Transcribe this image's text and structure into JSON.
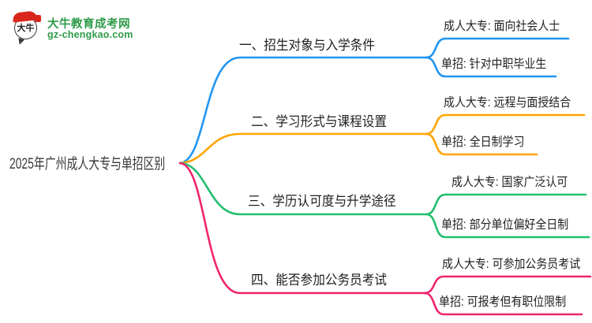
{
  "site": {
    "logo_icon_text": "大牛",
    "name": "大牛教育成考网",
    "domain": "gz-chengkao.com",
    "green": "#2E9B48",
    "red": "#D8261C"
  },
  "mindmap": {
    "root": "2025年广州成人大专与单招区别",
    "root_color": "#3a3a3a",
    "branches": [
      {
        "label": "一、招生对象与入学条件",
        "color": "#2196F3",
        "leaves": [
          "成人大专: 面向社会人士",
          "单招: 针对中职毕业生"
        ]
      },
      {
        "label": "二、学习形式与课程设置",
        "color": "#FFA502",
        "leaves": [
          "成人大专: 远程与面授结合",
          "单招: 全日制学习"
        ]
      },
      {
        "label": "三、学历认可度与升学途径",
        "color": "#22BF6D",
        "leaves": [
          "成人大专: 国家广泛认可",
          "单招: 部分单位偏好全日制"
        ]
      },
      {
        "label": "四、能否参加公务员考试",
        "color": "#F0246F",
        "leaves": [
          "成人大专: 可参加公务员考试",
          "单招: 可报考但有职位限制"
        ]
      }
    ]
  }
}
